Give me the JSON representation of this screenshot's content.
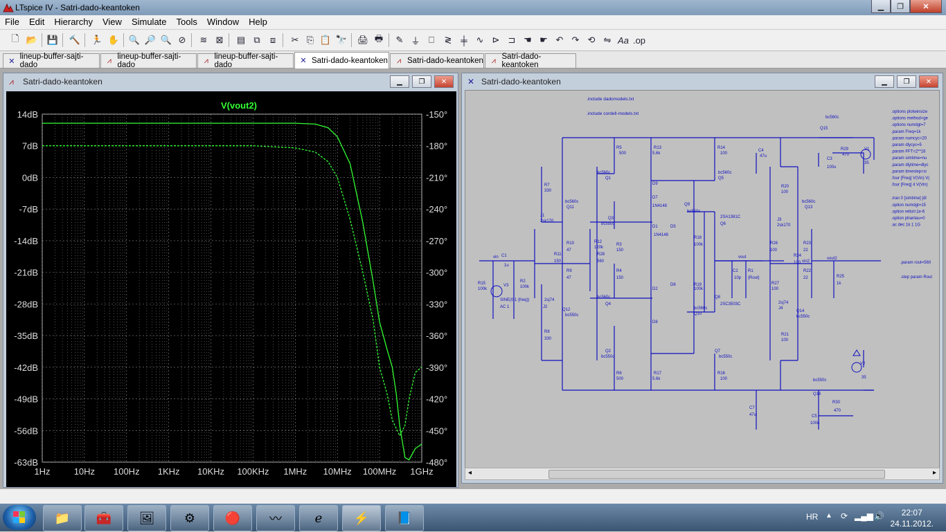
{
  "app": {
    "title": "LTspice IV - Satri-dado-keantoken"
  },
  "menu": [
    "File",
    "Edit",
    "Hierarchy",
    "View",
    "Simulate",
    "Tools",
    "Window",
    "Help"
  ],
  "tabs": [
    {
      "label": "lineup-buffer-sajti-dado",
      "kind": "schematic"
    },
    {
      "label": "lineup-buffer-sajti-dado",
      "kind": "waveform"
    },
    {
      "label": "lineup-buffer-sajti-dado",
      "kind": "waveform"
    },
    {
      "label": "Satri-dado-keantoken",
      "kind": "schematic",
      "active": true
    },
    {
      "label": "Satri-dado-keantoken",
      "kind": "waveform"
    },
    {
      "label": "Satri-dado-keantoken",
      "kind": "waveform"
    }
  ],
  "plot_window": {
    "title": "Satri-dado-keantoken"
  },
  "schematic_window": {
    "title": "Satri-dado-keantoken"
  },
  "chart_data": {
    "type": "line",
    "title": "V(vout2)",
    "x_scale": "log",
    "x_ticks": [
      "1Hz",
      "10Hz",
      "100Hz",
      "1KHz",
      "10KHz",
      "100KHz",
      "1MHz",
      "10MHz",
      "100MHz",
      "1GHz"
    ],
    "y_left_ticks": [
      "14dB",
      "7dB",
      "0dB",
      "-7dB",
      "-14dB",
      "-21dB",
      "-28dB",
      "-35dB",
      "-42dB",
      "-49dB",
      "-56dB",
      "-63dB"
    ],
    "y_right_ticks": [
      "-150°",
      "-180°",
      "-210°",
      "-240°",
      "-270°",
      "-300°",
      "-330°",
      "-360°",
      "-390°",
      "-420°",
      "-450°",
      "-480°"
    ],
    "ylim_db": [
      -63,
      14
    ],
    "ylim_phase": [
      -480,
      -150
    ],
    "series": [
      {
        "name": "V(vout2)",
        "kind": "magnitude",
        "style": "solid",
        "color": "#33ff33",
        "x_hz": [
          1,
          1000.0,
          1000000.0,
          3000000.0,
          6000000.0,
          10000000.0,
          20000000.0,
          40000000.0,
          70000000.0,
          100000000.0,
          150000000.0,
          200000000.0,
          250000000.0,
          300000000.0,
          400000000.0,
          500000000.0,
          700000000.0,
          1000000000.0
        ],
        "y_db": [
          12,
          12,
          12,
          11.8,
          11,
          9,
          3,
          -10,
          -23,
          -32,
          -38,
          -42,
          -48,
          -55,
          -62,
          -62.5,
          -60,
          -59
        ]
      },
      {
        "name": "V(vout2)",
        "kind": "phase",
        "style": "dashed",
        "color": "#33ff33",
        "x_hz": [
          1,
          1000.0,
          100000.0,
          1000000.0,
          3000000.0,
          6000000.0,
          10000000.0,
          20000000.0,
          40000000.0,
          70000000.0,
          100000000.0,
          150000000.0,
          200000000.0,
          300000000.0,
          400000000.0,
          500000000.0,
          700000000.0,
          1000000000.0
        ],
        "y_deg": [
          -180,
          -180,
          -180,
          -182,
          -186,
          -195,
          -210,
          -250,
          -300,
          -345,
          -390,
          -415,
          -440,
          -455,
          -445,
          -420,
          -395,
          -390
        ]
      }
    ]
  },
  "schematic": {
    "directives": [
      ".include dadomodels.txt",
      ".include cordell-models.txt"
    ],
    "options_text": [
      ".options plotwinsize",
      ".options method=ge",
      ".options numdgt=7",
      ".param Freq=1k",
      ".param numcyc=20",
      ".param dlycyc=5",
      ".param FFT=2**16",
      ".param simtime=nu",
      ".param dlytime=dlyc",
      ".param timestep=si",
      ".four [Freq] V(Vin) V(",
      ".four [Freq] 4 V(Vin)",
      ".tran 0 [simtime] [dl",
      ".option numdgt=15",
      ".option reltol=1e-6",
      ".option ptrantau=0",
      ".ac dec 1k 1 1G",
      ".param rout=560",
      ".step param Rout"
    ],
    "labels": [
      {
        "t": "R5"
      },
      {
        "t": "500"
      },
      {
        "t": "R13"
      },
      {
        "t": "5.6k"
      },
      {
        "t": "R14"
      },
      {
        "t": "100"
      },
      {
        "t": "C4"
      },
      {
        "t": "47u"
      },
      {
        "t": "bc560c"
      },
      {
        "t": "Q1"
      },
      {
        "t": "bc560c"
      },
      {
        "t": "Q5"
      },
      {
        "t": "R7"
      },
      {
        "t": "330"
      },
      {
        "t": "D9"
      },
      {
        "t": "D7"
      },
      {
        "t": "1N4148"
      },
      {
        "t": "bc560c"
      },
      {
        "t": "Q11"
      },
      {
        "t": "J1"
      },
      {
        "t": "2sk170"
      },
      {
        "t": "Q3"
      },
      {
        "t": "bc550c"
      },
      {
        "t": "Q9"
      },
      {
        "t": "bc550c"
      },
      {
        "t": "2SA1381C"
      },
      {
        "t": "Q6"
      },
      {
        "t": "D1"
      },
      {
        "t": "D5"
      },
      {
        "t": "1N4148"
      },
      {
        "t": "R12"
      },
      {
        "t": "120k"
      },
      {
        "t": "R3"
      },
      {
        "t": "150"
      },
      {
        "t": "R18"
      },
      {
        "t": "100k"
      },
      {
        "t": "R10"
      },
      {
        "t": "47"
      },
      {
        "t": "R11"
      },
      {
        "t": "150"
      },
      {
        "t": "R28"
      },
      {
        "t": "560"
      },
      {
        "t": "vin"
      },
      {
        "t": "C1"
      },
      {
        "t": "1u"
      },
      {
        "t": "vout"
      },
      {
        "t": "C2"
      },
      {
        "t": "10p"
      },
      {
        "t": "R1"
      },
      {
        "t": "{Rout}"
      },
      {
        "t": "R9"
      },
      {
        "t": "47"
      },
      {
        "t": "R4"
      },
      {
        "t": "150"
      },
      {
        "t": "R19"
      },
      {
        "t": "100k"
      },
      {
        "t": "R15"
      },
      {
        "t": "100k"
      },
      {
        "t": "V3"
      },
      {
        "t": "R2"
      },
      {
        "t": "100k"
      },
      {
        "t": "SINE(0 1 {freq})"
      },
      {
        "t": "AC 1"
      },
      {
        "t": "2sj74"
      },
      {
        "t": "J2"
      },
      {
        "t": "Q12"
      },
      {
        "t": "bc550c"
      },
      {
        "t": "bc560c"
      },
      {
        "t": "Q4"
      },
      {
        "t": "D2"
      },
      {
        "t": "D6"
      },
      {
        "t": "Q8"
      },
      {
        "t": "2SC3503C"
      },
      {
        "t": "Q10"
      },
      {
        "t": "bc560c"
      },
      {
        "t": "R8"
      },
      {
        "t": "330"
      },
      {
        "t": "D8"
      },
      {
        "t": "Q2"
      },
      {
        "t": "bc550c"
      },
      {
        "t": "Q7"
      },
      {
        "t": "bc550c"
      },
      {
        "t": "R6"
      },
      {
        "t": "500"
      },
      {
        "t": "R17"
      },
      {
        "t": "5.6k"
      },
      {
        "t": "R16"
      },
      {
        "t": "100"
      },
      {
        "t": "R20"
      },
      {
        "t": "100"
      },
      {
        "t": "bc560c"
      },
      {
        "t": "Q13"
      },
      {
        "t": "J3"
      },
      {
        "t": "2sk170"
      },
      {
        "t": "R26"
      },
      {
        "t": "100"
      },
      {
        "t": "R23"
      },
      {
        "t": "22"
      },
      {
        "t": "R24"
      },
      {
        "t": "100"
      },
      {
        "t": "vin2"
      },
      {
        "t": "vout2"
      },
      {
        "t": "R22"
      },
      {
        "t": "22"
      },
      {
        "t": "R25"
      },
      {
        "t": "1k"
      },
      {
        "t": "R27"
      },
      {
        "t": "100"
      },
      {
        "t": "2sj74"
      },
      {
        "t": "J4"
      },
      {
        "t": "Q14"
      },
      {
        "t": "bc550c"
      },
      {
        "t": "R21"
      },
      {
        "t": "100"
      },
      {
        "t": "R29"
      },
      {
        "t": "470"
      },
      {
        "t": "C3"
      },
      {
        "t": "100u"
      },
      {
        "t": "V1"
      },
      {
        "t": "35"
      },
      {
        "t": "bc560c"
      },
      {
        "t": "Q15"
      },
      {
        "t": "V2"
      },
      {
        "t": "35"
      },
      {
        "t": "bc550c"
      },
      {
        "t": "Q16"
      },
      {
        "t": "C7"
      },
      {
        "t": "47u"
      },
      {
        "t": "R30"
      },
      {
        "t": "470"
      },
      {
        "t": "C5"
      },
      {
        "t": "100u"
      }
    ]
  },
  "taskbar": {
    "lang": "HR",
    "time": "22:07",
    "date": "24.11.2012."
  }
}
